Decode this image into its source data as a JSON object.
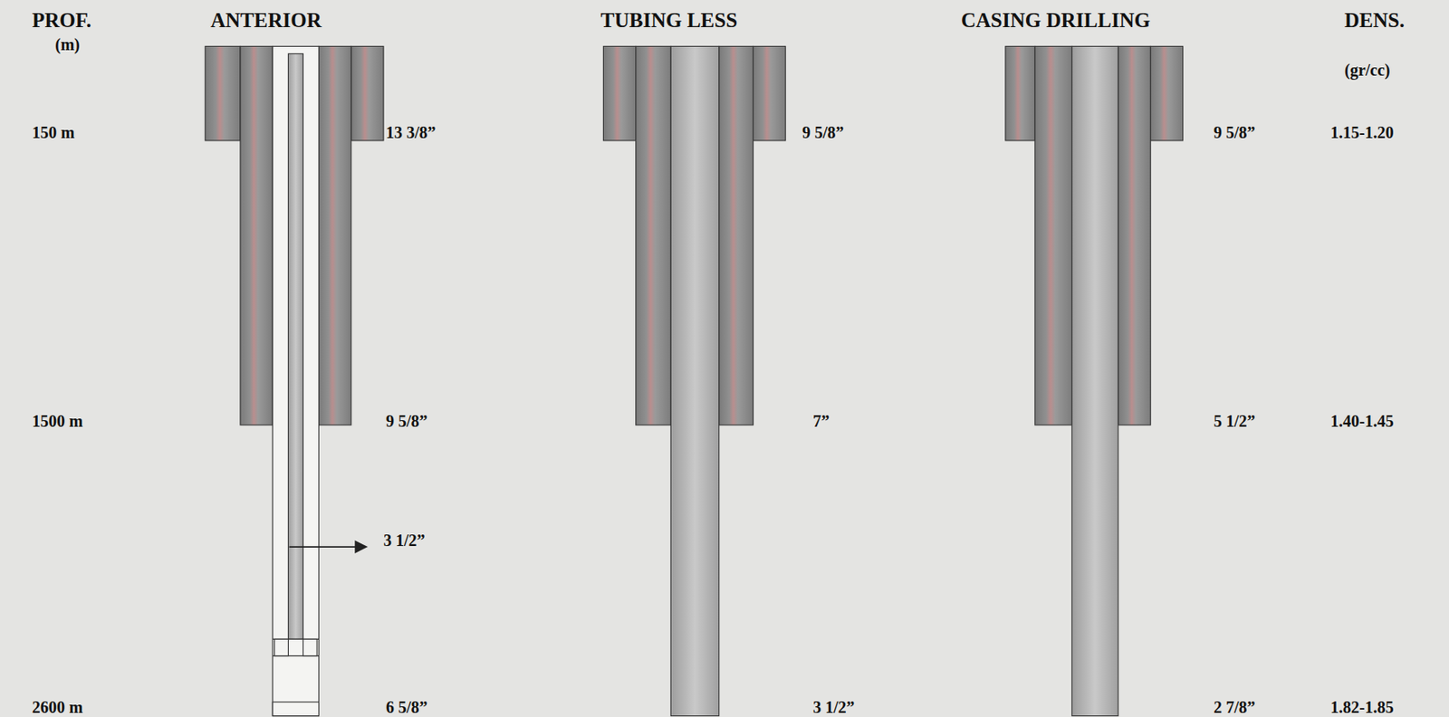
{
  "diagram": {
    "labels": [
      "PROF.",
      "ANTERIOR",
      "TUBING LESS",
      "CASING DRILLING",
      "DENS.",
      "(m)",
      "(gr/cc)",
      "150 m",
      "13 3/8”",
      "9 5/8”",
      "9 5/8”",
      "1.15-1.20",
      "1500 m",
      "9 5/8”",
      "7”",
      "5 1/2”",
      "1.40-1.45",
      "3 1/2”",
      "2600 m",
      "6 5/8”",
      "3 1/2”",
      "2 7/8”",
      "1.82-1.85"
    ]
  }
}
